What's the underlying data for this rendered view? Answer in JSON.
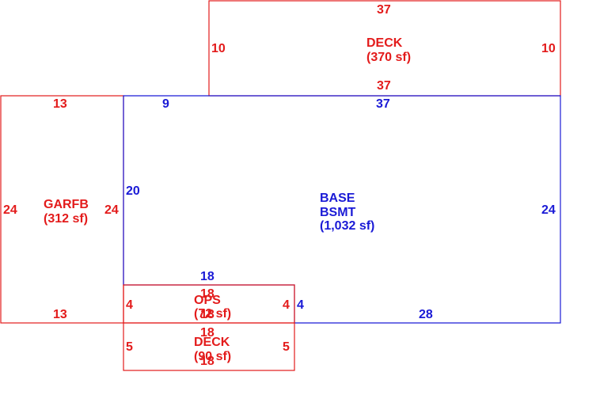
{
  "colors": {
    "red": "#e31b1b",
    "blue": "#1a1ad6"
  },
  "areas": {
    "deck_top": {
      "name": "DECK",
      "area": "(370 sf)",
      "dims": {
        "top": "37",
        "left": "10",
        "right": "10",
        "bottom": "37"
      }
    },
    "garfb": {
      "name": "GARFB",
      "area": "(312 sf)",
      "dims": {
        "top": "13",
        "left": "24",
        "right": "24",
        "bottom": "13"
      }
    },
    "base": {
      "name_line1": "BASE",
      "name_line2": "BSMT",
      "area": "(1,032 sf)",
      "dims": {
        "top_left": "9",
        "top": "37",
        "left": "20",
        "right": "24",
        "bottom": "28",
        "inner_left": "18",
        "inner_right": "4"
      }
    },
    "ops": {
      "name": "OPS",
      "area": "(72 sf)",
      "dims": {
        "top": "18",
        "left": "4",
        "right": "4",
        "bottom": "18"
      }
    },
    "deck_bottom": {
      "name": "DECK",
      "area": "(90 sf)",
      "dims": {
        "top": "18",
        "left": "5",
        "right": "5",
        "bottom": "18"
      }
    }
  }
}
